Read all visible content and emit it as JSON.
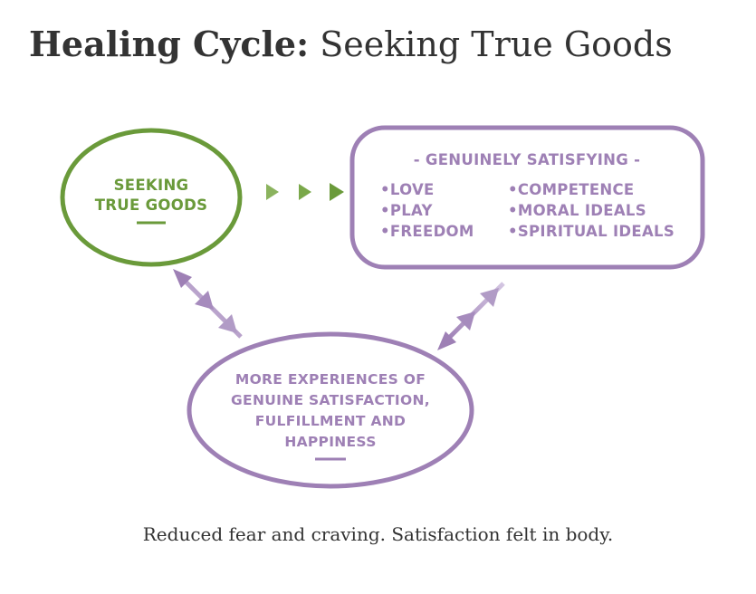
{
  "title": {
    "bold": "Healing Cycle:",
    "regular": "Seeking True Goods"
  },
  "colors": {
    "green": "#6a9a3a",
    "purple": "#9e80b5",
    "purple_light": "#c8b6d8",
    "green_light": "#a9c98a",
    "text_dark": "#333333"
  },
  "nodes": {
    "seeking": {
      "lines": [
        "SEEKING",
        "TRUE GOODS"
      ]
    },
    "satisfying": {
      "heading": "- GENUINELY SATISFYING -",
      "left_items": [
        "•LOVE",
        "•PLAY",
        "•FREEDOM"
      ],
      "right_items": [
        "•COMPETENCE",
        "•MORAL IDEALS",
        "•SPIRITUAL IDEALS"
      ]
    },
    "experiences": {
      "lines": [
        "MORE EXPERIENCES OF",
        "GENUINE SATISFACTION,",
        "FULFILLMENT AND",
        "HAPPINESS"
      ]
    }
  },
  "caption": "Reduced fear and craving. Satisfaction felt in body."
}
